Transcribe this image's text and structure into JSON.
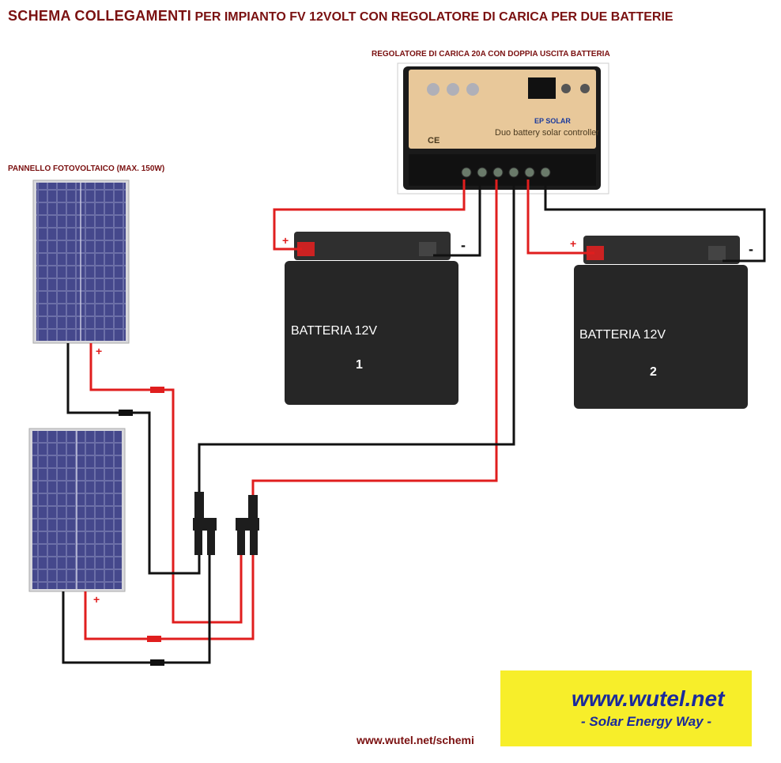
{
  "title": {
    "part1": "SCHEMA COLLEGAMENTI",
    "part2": "PER IMPIANTO FV 12VOLT CON REGOLATORE DI CARICA PER DUE BATTERIE"
  },
  "controller": {
    "label": "REGOLATORE DI CARICA 20A CON DOPPIA USCITA BATTERIA",
    "device_text": "Duo battery solar controller",
    "brand": "EP SOLAR",
    "mark": "CE"
  },
  "panels": {
    "label": "PANNELLO FOTOVOLTAICO (MAX. 150W)",
    "plus": "+"
  },
  "batteries": [
    {
      "name": "BATTERIA 12V",
      "number": "1",
      "plus": "+",
      "minus": "-"
    },
    {
      "name": "BATTERIA 12V",
      "number": "2",
      "plus": "+",
      "minus": "-"
    }
  ],
  "footer": {
    "link": "www.wutel.net/schemi"
  },
  "logo": {
    "url": "www.wutel.net",
    "tagline": "- Solar Energy Way -"
  },
  "colors": {
    "title": "#7a1010",
    "wire_red": "#e01e1e",
    "wire_black": "#111111",
    "panel": "#3a3e7a",
    "battery": "#2a2a2a",
    "logo_bg": "#f7ee2a",
    "logo_text": "#1a2a9c"
  },
  "icons": [
    "sun-icon",
    "ep-solar-logo"
  ]
}
